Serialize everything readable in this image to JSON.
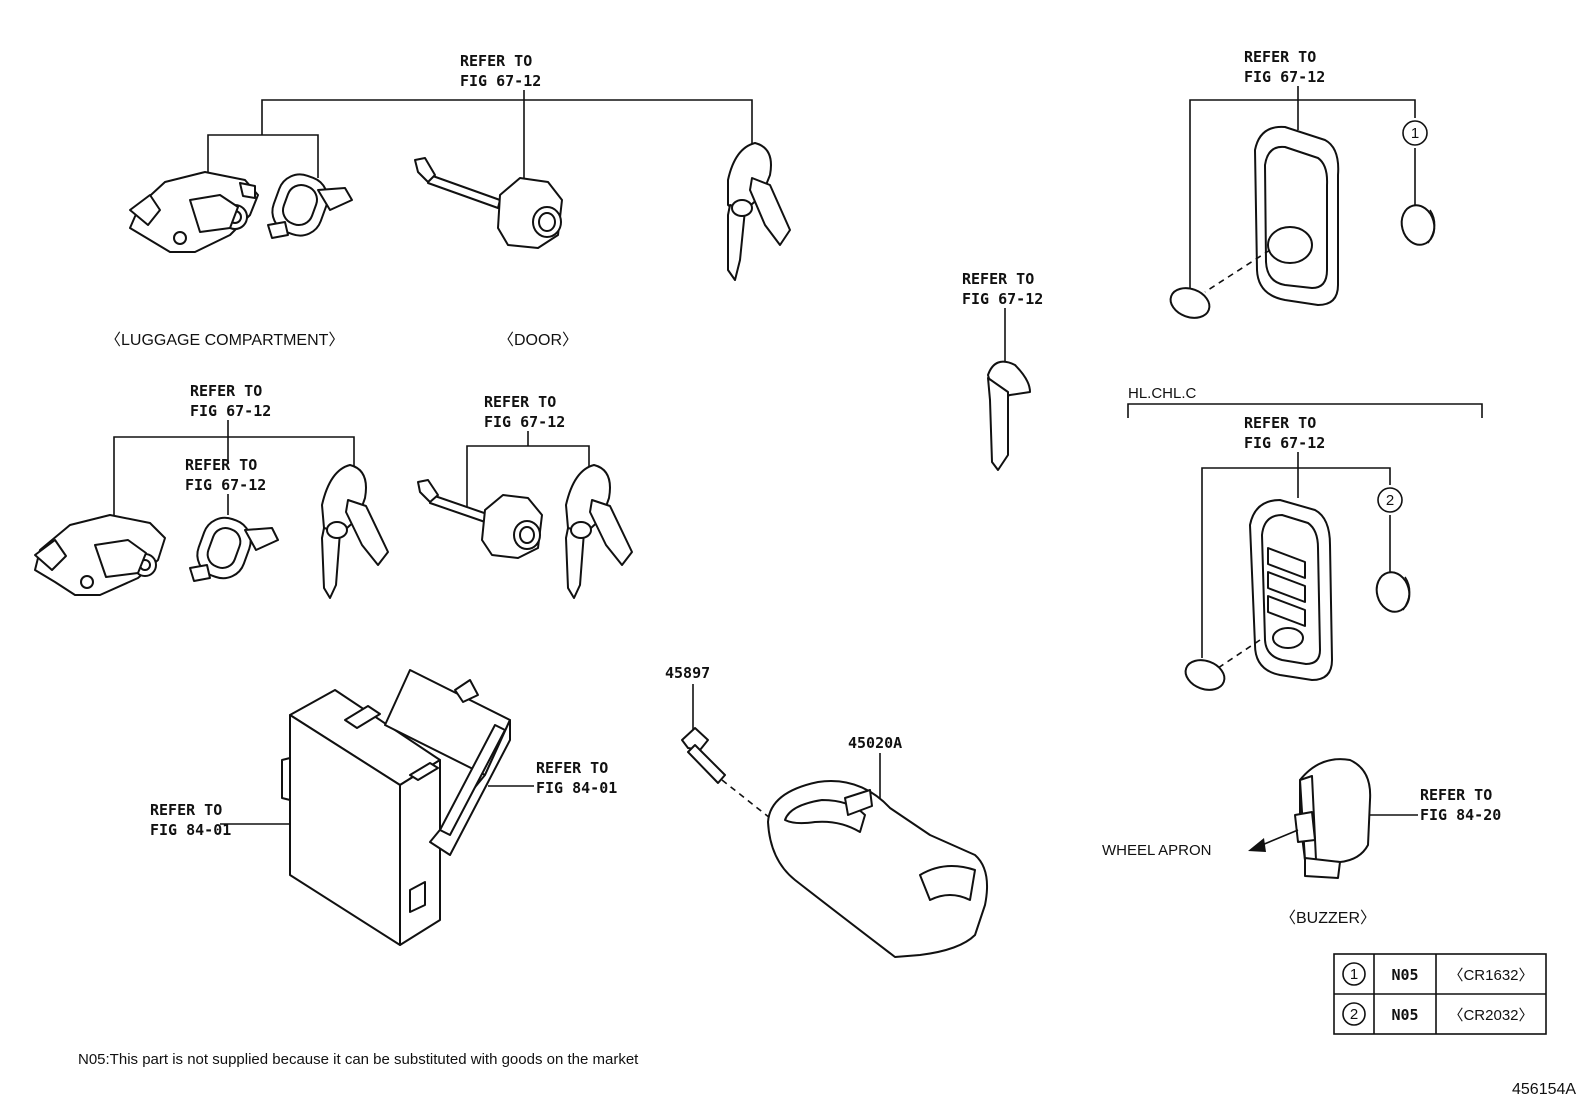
{
  "labels": {
    "refer_67_12_top_l1": "REFER TO",
    "refer_67_12_top_l2": "FIG 67-12",
    "refer_67_12_fob_top_l1": "REFER TO",
    "refer_67_12_fob_top_l2": "FIG 67-12",
    "refer_67_12_key_mid_l1": "REFER TO",
    "refer_67_12_key_mid_l2": "FIG 67-12",
    "refer_67_12_set2_l1": "REFER TO",
    "refer_67_12_set2_l2": "FIG 67-12",
    "refer_67_12_set2_inner_l1": "REFER TO",
    "refer_67_12_set2_inner_l2": "FIG 67-12",
    "refer_67_12_door2_l1": "REFER TO",
    "refer_67_12_door2_l2": "FIG 67-12",
    "refer_67_12_fob2_l1": "REFER TO",
    "refer_67_12_fob2_l2": "FIG 67-12",
    "refer_84_01_left_l1": "REFER TO",
    "refer_84_01_left_l2": "FIG 84-01",
    "refer_84_01_right_l1": "REFER TO",
    "refer_84_01_right_l2": "FIG 84-01",
    "refer_84_20_l1": "REFER TO",
    "refer_84_20_l2": "FIG 84-20",
    "luggage_compartment": "〈LUGGAGE COMPARTMENT〉",
    "door": "〈DOOR〉",
    "hl_chl_c": "HL.CHL.C",
    "part_45897": "45897",
    "part_45020A": "45020A",
    "wheel_apron": "WHEEL APRON",
    "buzzer": "〈BUZZER〉",
    "callout_1": "1",
    "callout_2": "2",
    "footnote": "N05:This part is not supplied because it can be substituted with goods on the market",
    "diagram_id": "456154A"
  },
  "battery_table": [
    {
      "num": "1",
      "code": "N05",
      "battery": "〈CR1632〉"
    },
    {
      "num": "2",
      "code": "N05",
      "battery": "〈CR2032〉"
    }
  ]
}
